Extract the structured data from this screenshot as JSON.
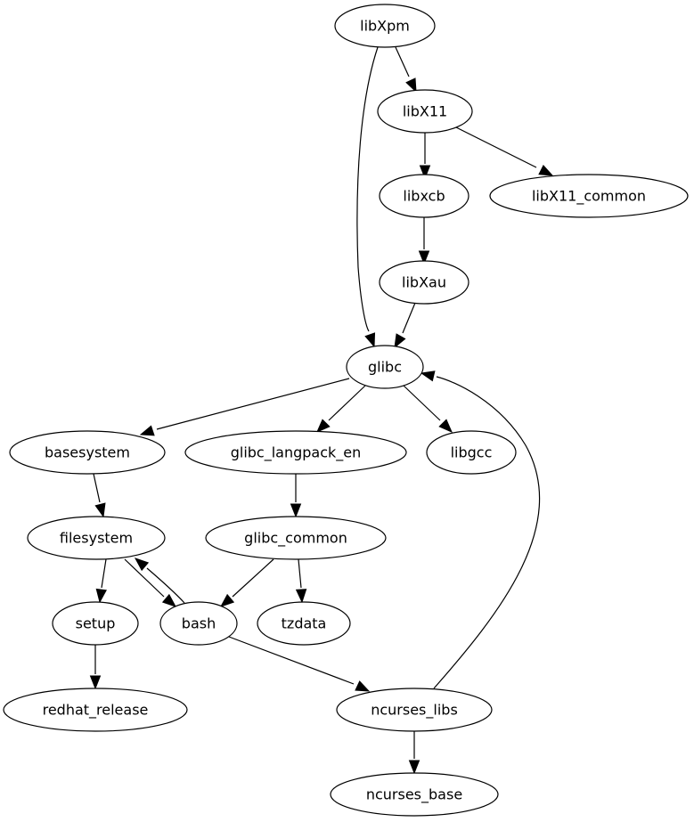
{
  "graph": {
    "type": "directed-dependency-graph",
    "nodes": [
      {
        "id": "libXpm",
        "label": "libXpm"
      },
      {
        "id": "libX11",
        "label": "libX11"
      },
      {
        "id": "libxcb",
        "label": "libxcb"
      },
      {
        "id": "libX11_common",
        "label": "libX11_common"
      },
      {
        "id": "libXau",
        "label": "libXau"
      },
      {
        "id": "glibc",
        "label": "glibc"
      },
      {
        "id": "basesystem",
        "label": "basesystem"
      },
      {
        "id": "glibc_langpack_en",
        "label": "glibc_langpack_en"
      },
      {
        "id": "libgcc",
        "label": "libgcc"
      },
      {
        "id": "filesystem",
        "label": "filesystem"
      },
      {
        "id": "glibc_common",
        "label": "glibc_common"
      },
      {
        "id": "setup",
        "label": "setup"
      },
      {
        "id": "bash",
        "label": "bash"
      },
      {
        "id": "tzdata",
        "label": "tzdata"
      },
      {
        "id": "redhat_release",
        "label": "redhat_release"
      },
      {
        "id": "ncurses_libs",
        "label": "ncurses_libs"
      },
      {
        "id": "ncurses_base",
        "label": "ncurses_base"
      }
    ],
    "edges": [
      {
        "from": "libXpm",
        "to": "libX11"
      },
      {
        "from": "libXpm",
        "to": "glibc"
      },
      {
        "from": "libX11",
        "to": "libxcb"
      },
      {
        "from": "libX11",
        "to": "libX11_common"
      },
      {
        "from": "libxcb",
        "to": "libXau"
      },
      {
        "from": "libXau",
        "to": "glibc"
      },
      {
        "from": "glibc",
        "to": "basesystem"
      },
      {
        "from": "glibc",
        "to": "glibc_langpack_en"
      },
      {
        "from": "glibc",
        "to": "libgcc"
      },
      {
        "from": "basesystem",
        "to": "filesystem"
      },
      {
        "from": "glibc_langpack_en",
        "to": "glibc_common"
      },
      {
        "from": "filesystem",
        "to": "setup"
      },
      {
        "from": "filesystem",
        "to": "bash"
      },
      {
        "from": "bash",
        "to": "filesystem"
      },
      {
        "from": "glibc_common",
        "to": "bash"
      },
      {
        "from": "glibc_common",
        "to": "tzdata"
      },
      {
        "from": "setup",
        "to": "redhat_release"
      },
      {
        "from": "bash",
        "to": "ncurses_libs"
      },
      {
        "from": "ncurses_libs",
        "to": "glibc"
      },
      {
        "from": "ncurses_libs",
        "to": "ncurses_base"
      }
    ]
  }
}
